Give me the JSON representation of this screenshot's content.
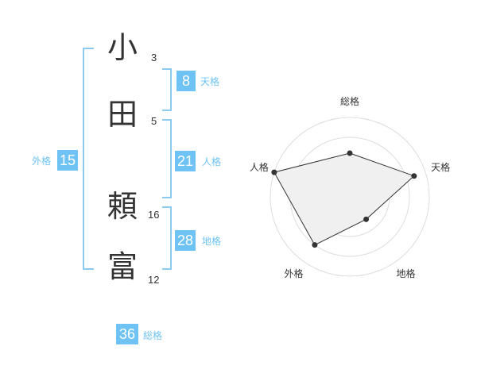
{
  "colors": {
    "accent": "#6ec3f4",
    "bracket": "#8dcaf2",
    "label": "#6ec3f4",
    "text": "#333333",
    "radar_fill": "#f0f0f0",
    "ring": "#dddddd"
  },
  "name": {
    "characters": [
      {
        "char": "小",
        "strokes": "3"
      },
      {
        "char": "田",
        "strokes": "5"
      },
      {
        "char": "頼",
        "strokes": "16"
      },
      {
        "char": "富",
        "strokes": "12"
      }
    ]
  },
  "kakusu": {
    "tenkaku": {
      "value": "8",
      "label": "天格"
    },
    "jinkaku": {
      "value": "21",
      "label": "人格"
    },
    "chikaku": {
      "value": "28",
      "label": "地格"
    },
    "gaikaku": {
      "value": "15",
      "label": "外格"
    },
    "soukaku": {
      "value": "36",
      "label": "総格"
    }
  },
  "chart_data": {
    "type": "radar",
    "axes": [
      "総格",
      "天格",
      "地格",
      "外格",
      "人格"
    ],
    "values": [
      0.55,
      0.85,
      0.35,
      0.75,
      1.0
    ],
    "range": [
      0,
      1
    ],
    "rings": 4
  }
}
